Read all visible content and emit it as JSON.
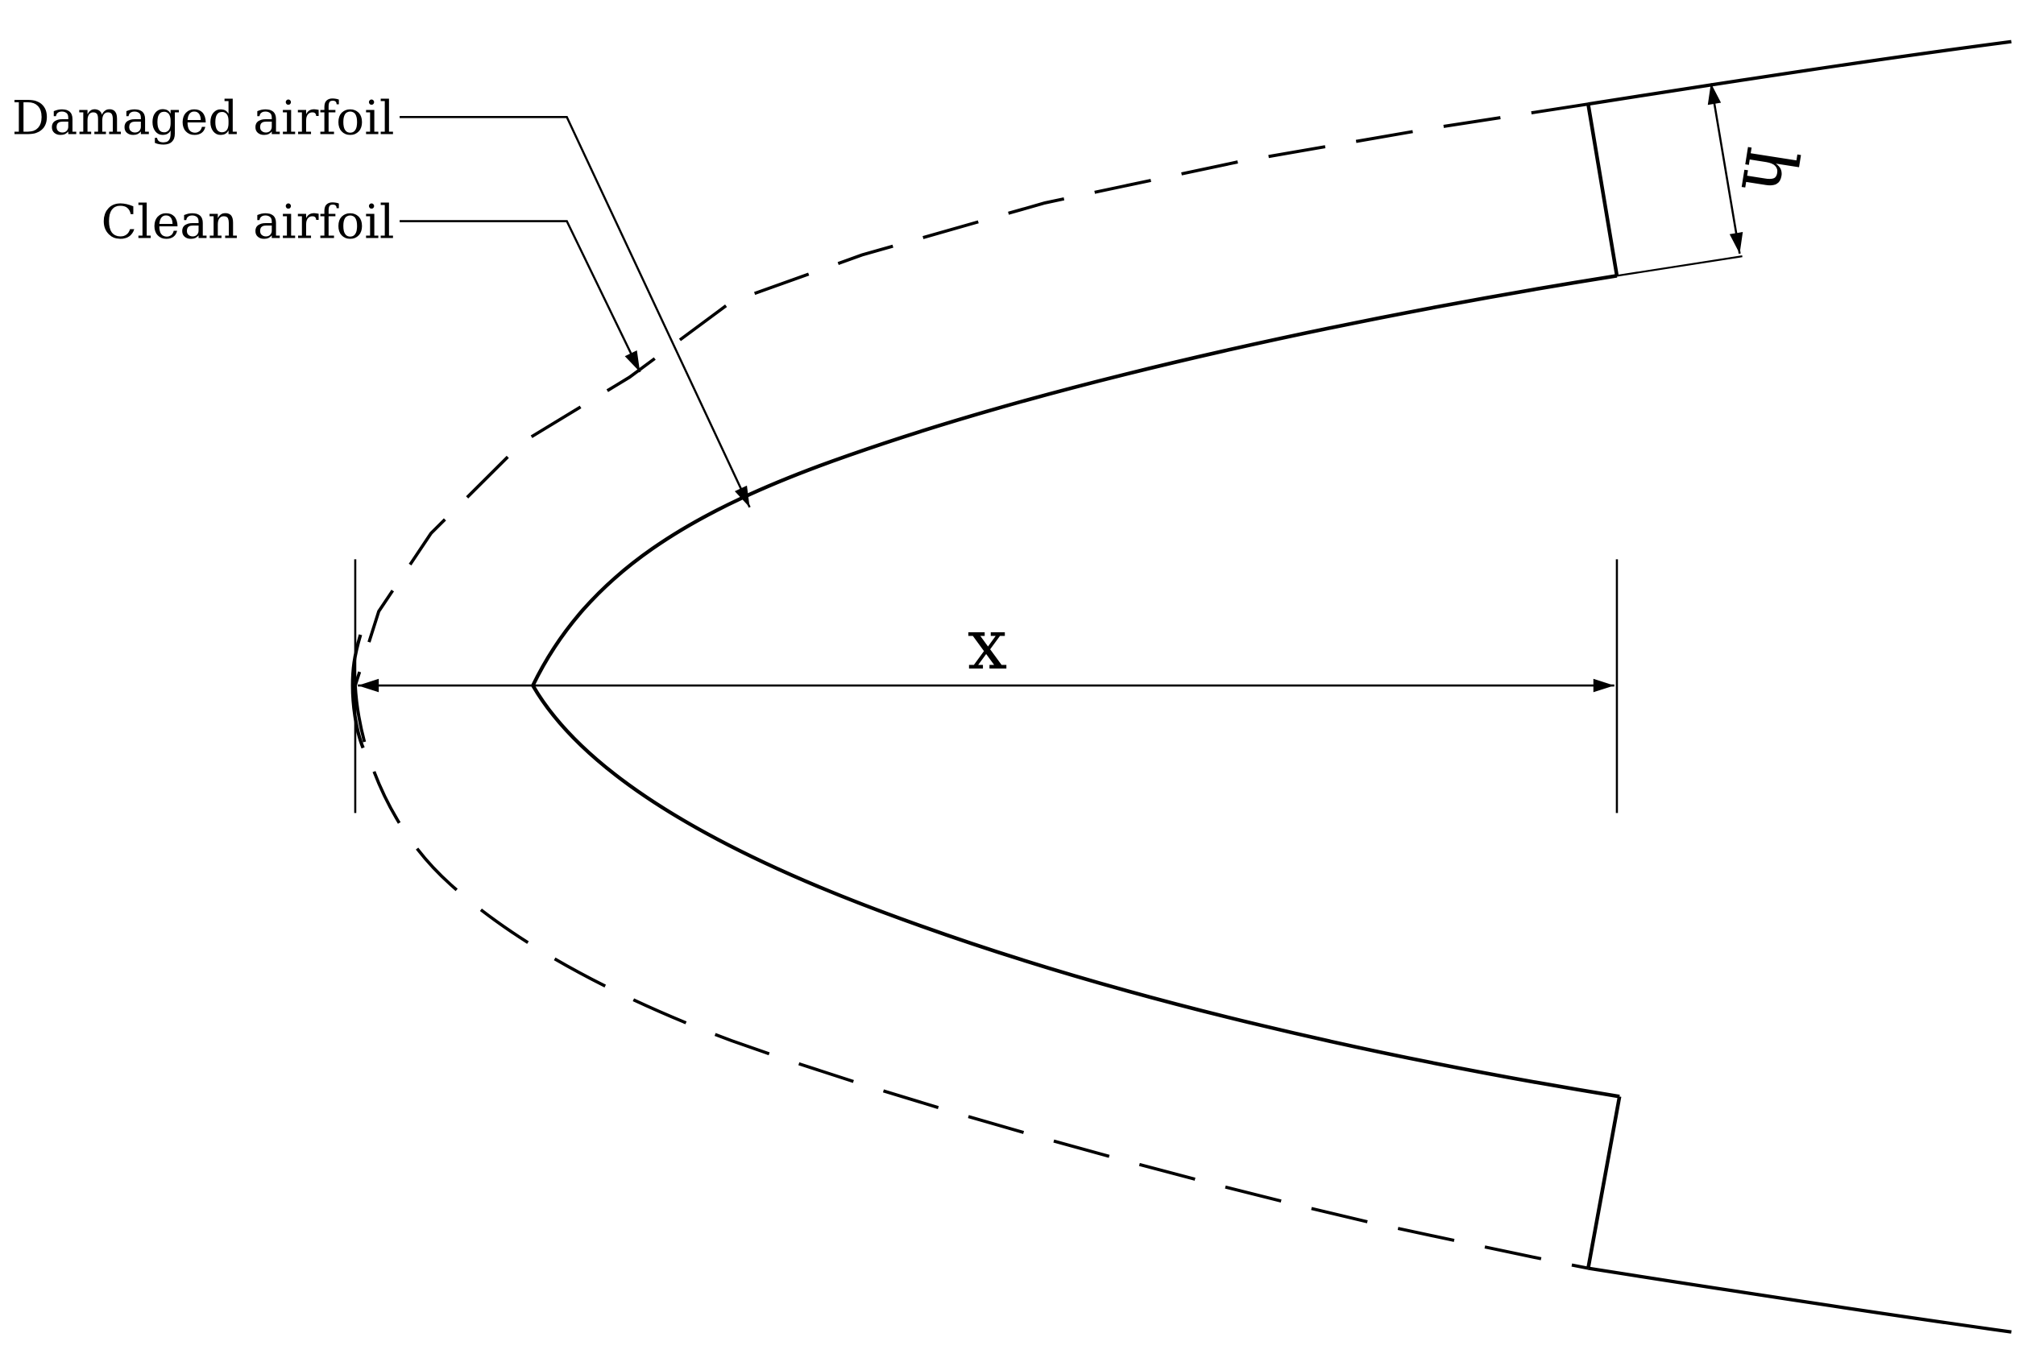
{
  "labels": {
    "damaged": "Damaged airfoil",
    "clean": "Clean airfoil"
  },
  "dimensions": {
    "x_label": "x",
    "h_label": "h"
  },
  "colors": {
    "stroke": "#000000",
    "background": "#ffffff"
  }
}
